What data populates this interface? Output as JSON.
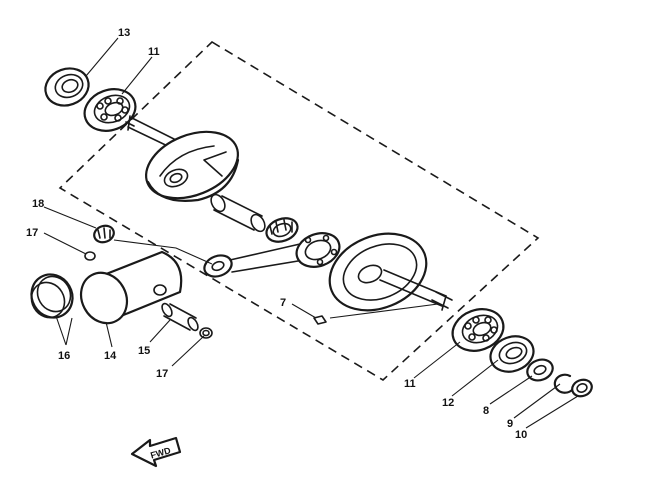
{
  "diagram": {
    "callouts": {
      "c13": "13",
      "c11a": "11",
      "c18": "18",
      "c17a": "17",
      "c16": "16",
      "c14": "14",
      "c15": "15",
      "c17b": "17",
      "c7": "7",
      "c11b": "11",
      "c12": "12",
      "c8": "8",
      "c9": "9",
      "c10": "10"
    },
    "direction_label": "FWD"
  }
}
